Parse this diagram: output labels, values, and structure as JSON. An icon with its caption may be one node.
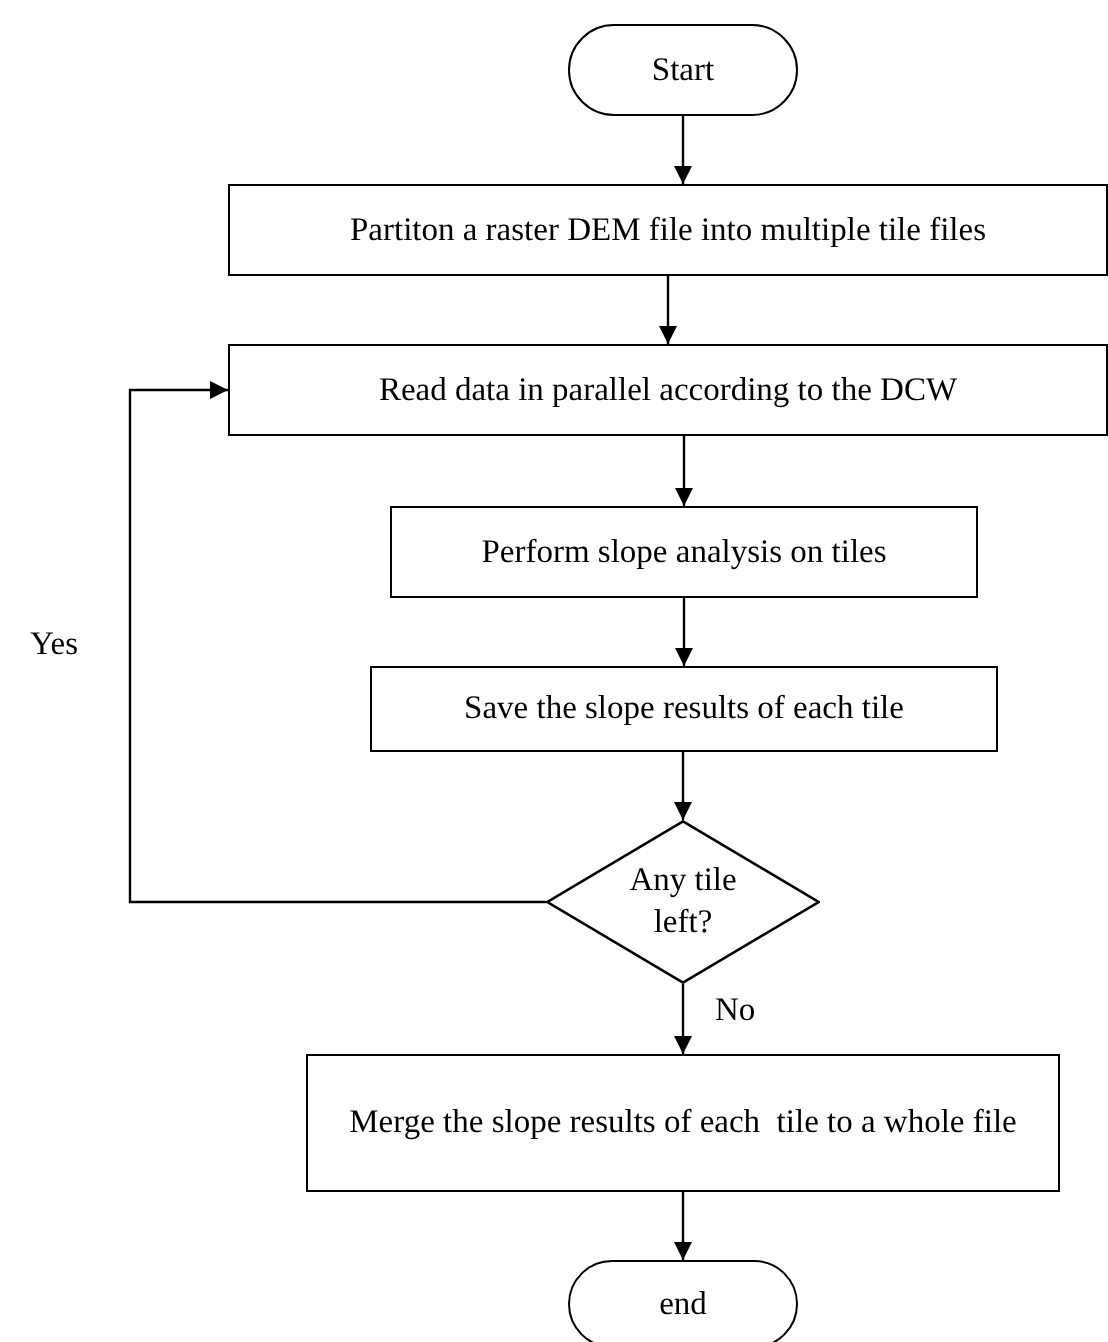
{
  "diagram": {
    "nodes": [
      {
        "text": [
          "Start"
        ]
      },
      {
        "text": [
          "Partiton a raster DEM file into multiple tile files"
        ]
      },
      {
        "text": [
          "Read data in parallel according to the DCW"
        ]
      },
      {
        "text": [
          "Perform slope analysis on tiles"
        ]
      },
      {
        "text": [
          "Save the slope results of each tile"
        ]
      },
      {
        "text": [
          "Any tile left?"
        ]
      },
      {
        "text": [
          "Merge the slope results of each  tile to a whole file"
        ]
      },
      {
        "text": [
          "end"
        ]
      }
    ],
    "edges": [
      {
        "from": 0,
        "to": 1,
        "arrow": "to"
      },
      {
        "from": 1,
        "to": 2,
        "arrow": "to"
      },
      {
        "from": 2,
        "to": 3,
        "arrow": "to"
      },
      {
        "from": 3,
        "to": 4,
        "arrow": "to"
      },
      {
        "from": 4,
        "to": 5,
        "arrow": "to"
      },
      {
        "from": 5,
        "to": 2,
        "arrow": "to",
        "label": "Yes"
      },
      {
        "from": 5,
        "to": 6,
        "arrow": "to",
        "label": "No"
      },
      {
        "from": 6,
        "to": 7,
        "arrow": "to"
      }
    ]
  }
}
